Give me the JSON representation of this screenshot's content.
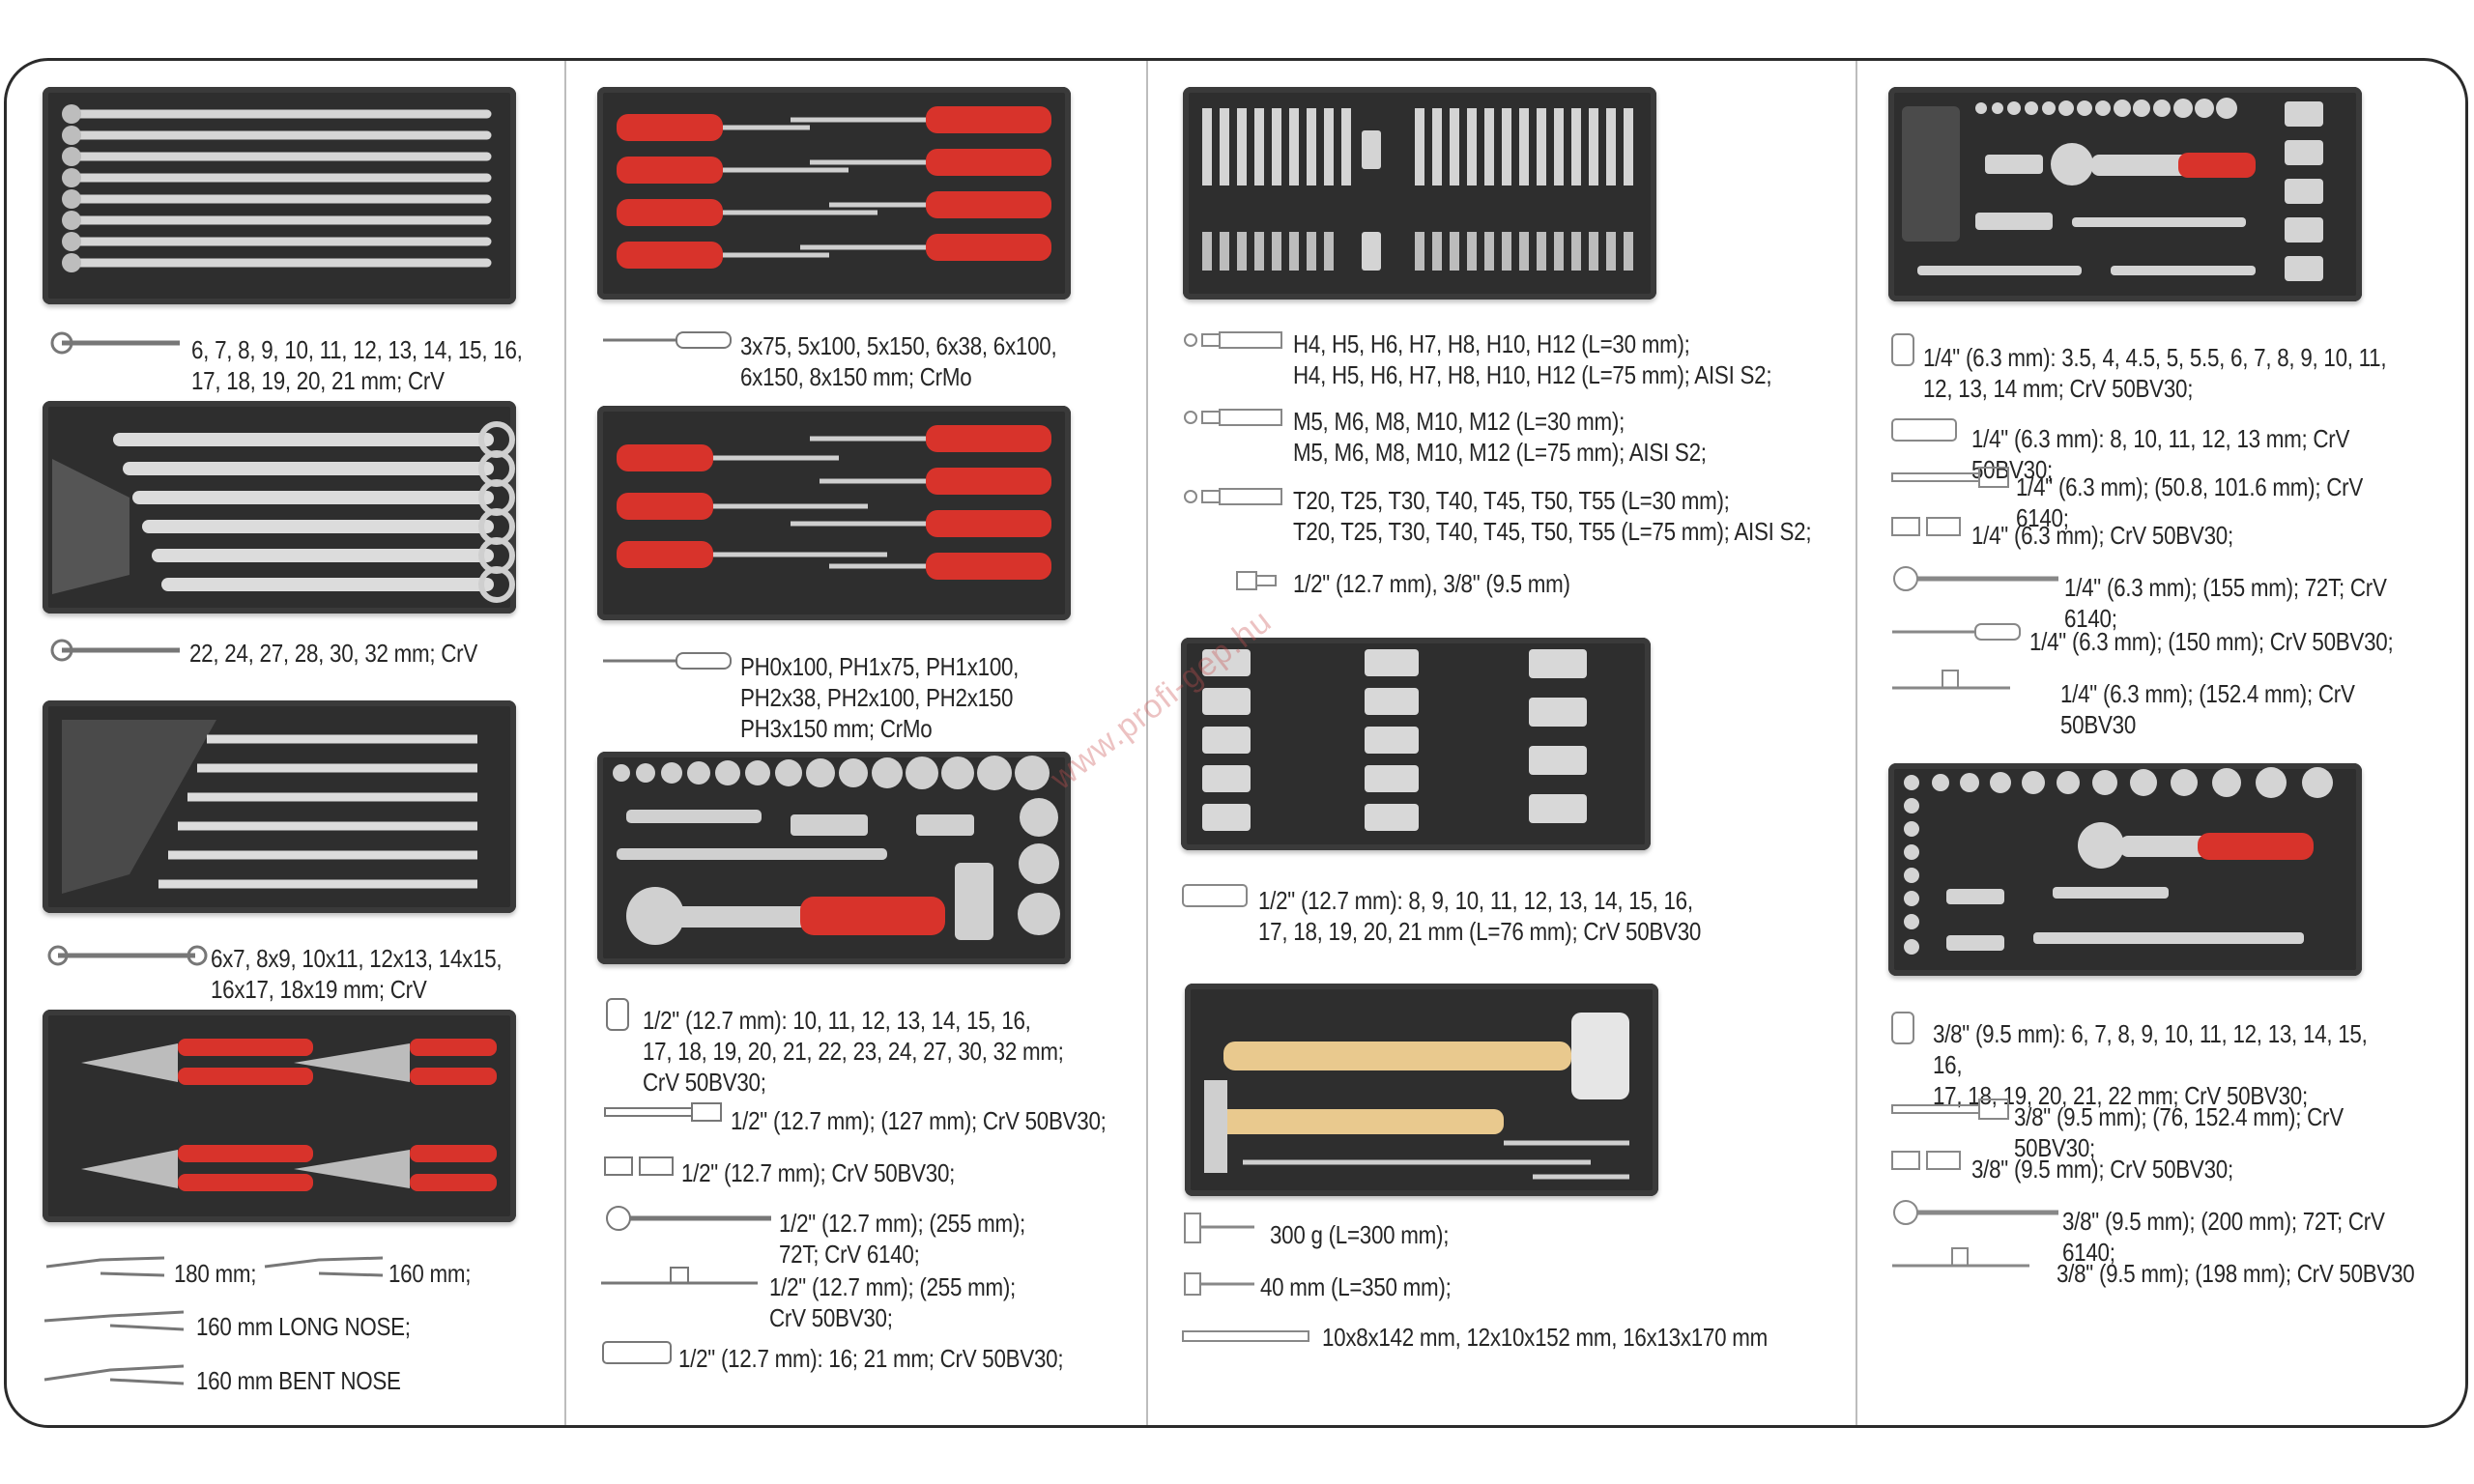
{
  "watermark": "www.profi-gep.hu",
  "colors": {
    "tray": "#2e2e2e",
    "handle_red": "#d8332b",
    "metal": "#c9c9c9",
    "wood": "#e9c98e"
  },
  "col1": {
    "spec1": "6, 7, 8, 9, 10, 11, 12, 13, 14, 15, 16,\n17, 18, 19, 20, 21 mm; CrV",
    "spec2": "22, 24, 27, 28, 30, 32 mm; CrV",
    "spec3": "6x7, 8x9, 10x11, 12x13, 14x15,\n16x17, 18x19 mm; CrV",
    "spec4a": "180 mm;",
    "spec4b": "160 mm;",
    "spec4c": "160 mm LONG NOSE;",
    "spec4d": "160 mm BENT NOSE"
  },
  "col2": {
    "spec1": "3x75, 5x100, 5x150, 6x38, 6x100,\n6x150, 8x150 mm; CrMo",
    "spec2": "PH0x100, PH1x75, PH1x100,\nPH2x38, PH2x100, PH2x150\nPH3x150 mm; CrMo",
    "spec3": "1/2\" (12.7 mm): 10, 11, 12, 13, 14, 15, 16,\n17, 18, 19, 20, 21, 22, 23, 24, 27, 30, 32 mm;\nCrV  50BV30;",
    "spec4": "1/2\" (12.7 mm); (127 mm); CrV 50BV30;",
    "spec5": "1/2\" (12.7 mm); CrV 50BV30;",
    "spec6": "1/2\" (12.7 mm); (255 mm);\n72T; CrV 6140;",
    "spec7": "1/2\" (12.7 mm); (255 mm);\nCrV 50BV30;",
    "spec8": "1/2\" (12.7 mm): 16; 21 mm; CrV 50BV30;"
  },
  "col3": {
    "spec1": "H4, H5, H6, H7, H8, H10, H12 (L=30 mm);\nH4, H5, H6, H7, H8, H10, H12 (L=75 mm); AISI S2;",
    "spec2": "M5, M6, M8, M10, M12 (L=30 mm);\nM5, M6, M8, M10, M12 (L=75 mm); AISI S2;",
    "spec3": "T20, T25, T30, T40, T45, T50, T55 (L=30 mm);\nT20, T25, T30, T40, T45, T50, T55 (L=75 mm); AISI S2;",
    "spec4": "1/2\" (12.7 mm), 3/8\" (9.5 mm)",
    "spec5": "1/2\" (12.7 mm): 8, 9, 10, 11, 12, 13, 14, 15, 16,\n17, 18, 19, 20, 21 mm (L=76 mm); CrV 50BV30",
    "spec6": "300 g (L=300 mm);",
    "spec7": "40 mm (L=350 mm);",
    "spec8": "10x8x142 mm, 12x10x152 mm, 16x13x170 mm"
  },
  "col4": {
    "spec1": "1/4\" (6.3 mm): 3.5, 4, 4.5, 5, 5.5, 6, 7, 8, 9, 10, 11,\n12, 13, 14 mm; CrV 50BV30;",
    "spec2": "1/4\" (6.3 mm): 8, 10, 11, 12, 13 mm; CrV 50BV30;",
    "spec3": "1/4\" (6.3 mm); (50.8, 101.6 mm); CrV 6140;",
    "spec4": "1/4\" (6.3 mm); CrV 50BV30;",
    "spec5": "1/4\" (6.3 mm); (155 mm); 72T; CrV 6140;",
    "spec6": "1/4\" (6.3 mm); (150 mm); CrV 50BV30;",
    "spec7": "1/4\" (6.3 mm); (152.4 mm); CrV 50BV30",
    "spec8": "3/8\" (9.5 mm): 6, 7, 8, 9, 10, 11, 12, 13, 14, 15, 16,\n17, 18, 19, 20, 21, 22 mm; CrV 50BV30;",
    "spec9": "3/8\" (9.5 mm); (76, 152.4 mm); CrV 50BV30;",
    "spec10": "3/8\" (9.5 mm);  CrV 50BV30;",
    "spec11": "3/8\" (9.5 mm); (200 mm); 72T; CrV 6140;",
    "spec12": "3/8\" (9.5 mm); (198 mm); CrV 50BV30"
  }
}
